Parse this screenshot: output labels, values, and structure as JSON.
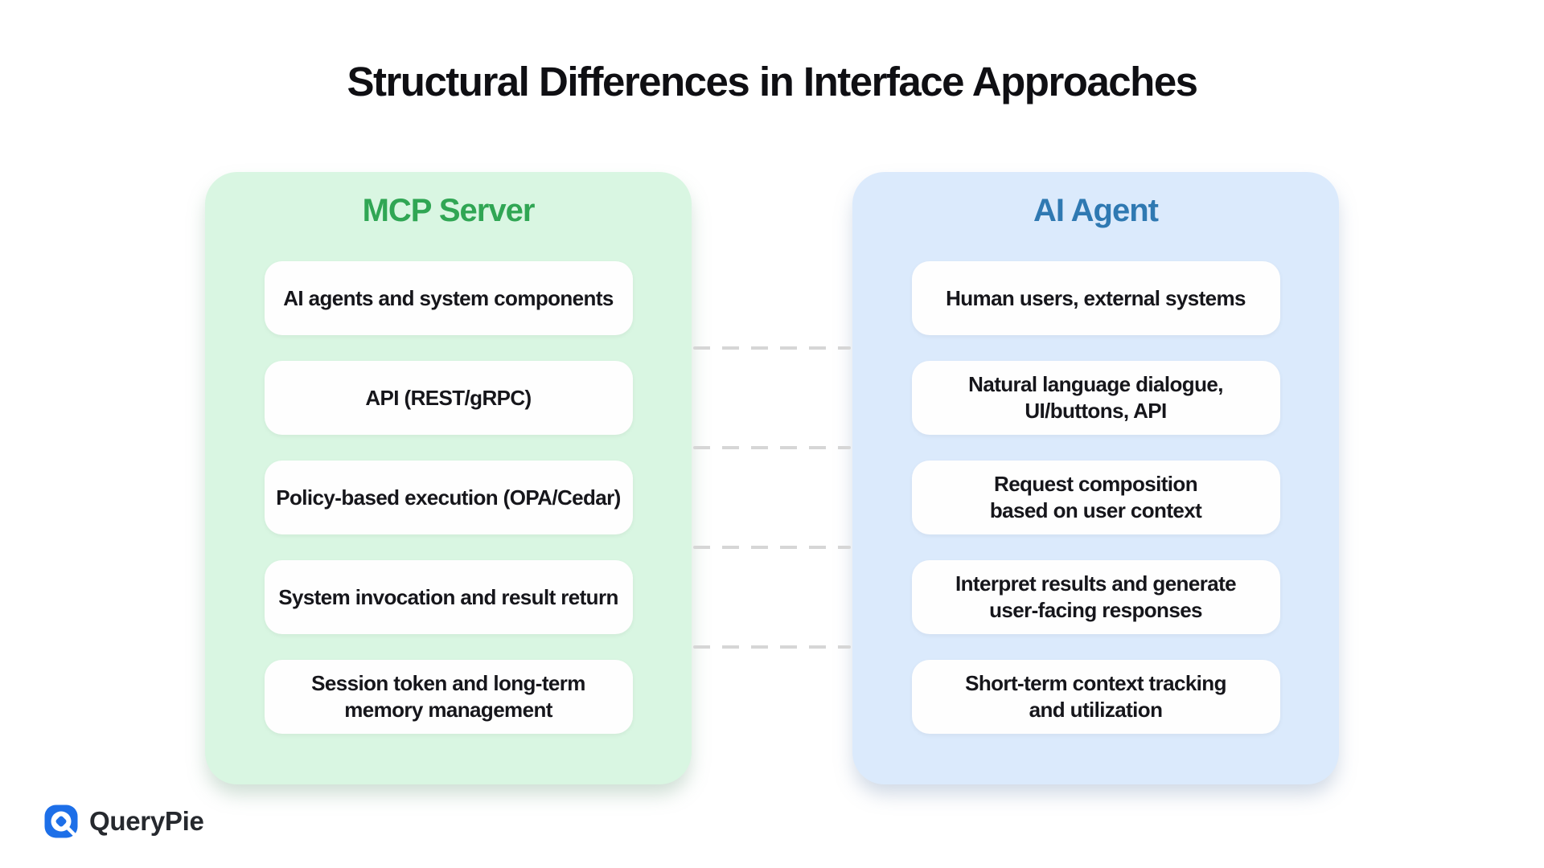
{
  "title": "Structural Differences in Interface Approaches",
  "panels": [
    {
      "id": "mcp-server",
      "title": "MCP Server",
      "title_color": "#30a654",
      "bg_color": "#d9f6e2",
      "cards": [
        {
          "lines": [
            "AI agents and system components"
          ]
        },
        {
          "lines": [
            "API (REST/gRPC)"
          ]
        },
        {
          "lines": [
            "Policy-based execution (OPA/Cedar)"
          ]
        },
        {
          "lines": [
            "System invocation and result return"
          ]
        },
        {
          "lines": [
            "Session token and long-term",
            "memory management"
          ]
        }
      ]
    },
    {
      "id": "ai-agent",
      "title": "AI Agent",
      "title_color": "#2f79b2",
      "bg_color": "#dbeafc",
      "cards": [
        {
          "lines": [
            "Human users, external systems"
          ]
        },
        {
          "lines": [
            "Natural language dialogue,",
            "UI/buttons, API"
          ]
        },
        {
          "lines": [
            "Request composition",
            "based on user context"
          ]
        },
        {
          "lines": [
            "Interpret results and generate",
            "user-facing responses"
          ]
        },
        {
          "lines": [
            "Short-term context tracking",
            "and utilization"
          ]
        }
      ]
    }
  ],
  "connectors": {
    "count": 4,
    "color": "#d6d6d6",
    "style": "dashed"
  },
  "logo": {
    "text": "QueryPie",
    "icon": "querypie-logo-icon",
    "icon_color": "#1d6fe8",
    "text_color": "#26292e"
  }
}
